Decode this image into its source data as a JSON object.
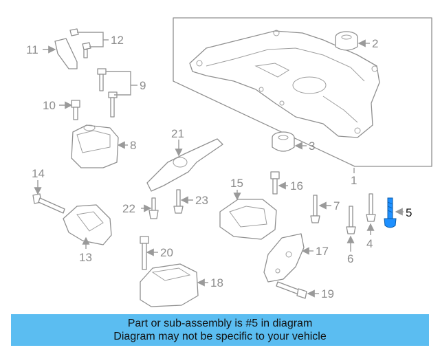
{
  "callouts": {
    "c1": "1",
    "c2": "2",
    "c3": "3",
    "c4": "4",
    "c5": "5",
    "c6": "6",
    "c7": "7",
    "c8": "8",
    "c9": "9",
    "c10": "10",
    "c11": "11",
    "c12": "12",
    "c13": "13",
    "c14": "14",
    "c15": "15",
    "c16": "16",
    "c17": "17",
    "c18": "18",
    "c19": "19",
    "c20": "20",
    "c21": "21",
    "c22": "22",
    "c23": "23"
  },
  "highlight": {
    "part": "5",
    "color": "#1e90ff"
  },
  "banner": {
    "line1": "Part or sub-assembly is #5 in diagram",
    "line2": "Diagram may not be specific to your vehicle",
    "background": "#5bbdf1"
  }
}
